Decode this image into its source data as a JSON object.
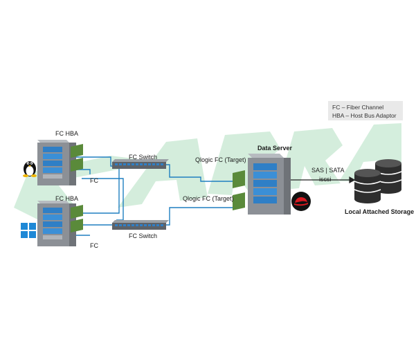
{
  "legend": {
    "line1": "FC – Fiber Channel",
    "line2": "HBA – Host Bus Adaptor"
  },
  "labels": {
    "fc_hba_top": "FC HBA",
    "fc_hba_bottom": "FC HBA",
    "fc_top": "FC",
    "fc_bottom": "FC",
    "fc_switch_top": "FC Switch",
    "fc_switch_bottom": "FC Switch",
    "qlogic_top": "Qlogic FC (Target)",
    "qlogic_bottom": "Qlogic FC (Target)",
    "data_server": "Data Server",
    "sas_sata": "SAS | SATA",
    "iscsi": "iscsi",
    "local_storage": "Local Attached Storage"
  },
  "watermark": {
    "text": "SARRA"
  },
  "icons": {
    "linux": "tux-icon",
    "windows": "windows-icon",
    "redhat": "redhat-icon",
    "storage": "database-icon"
  },
  "colors": {
    "link": "#1e7fc0",
    "server_body": "#8c9096",
    "drive_blue": "#2f7fc6",
    "watermark": "#c9ead4",
    "card_green": "#5a8a3a"
  }
}
